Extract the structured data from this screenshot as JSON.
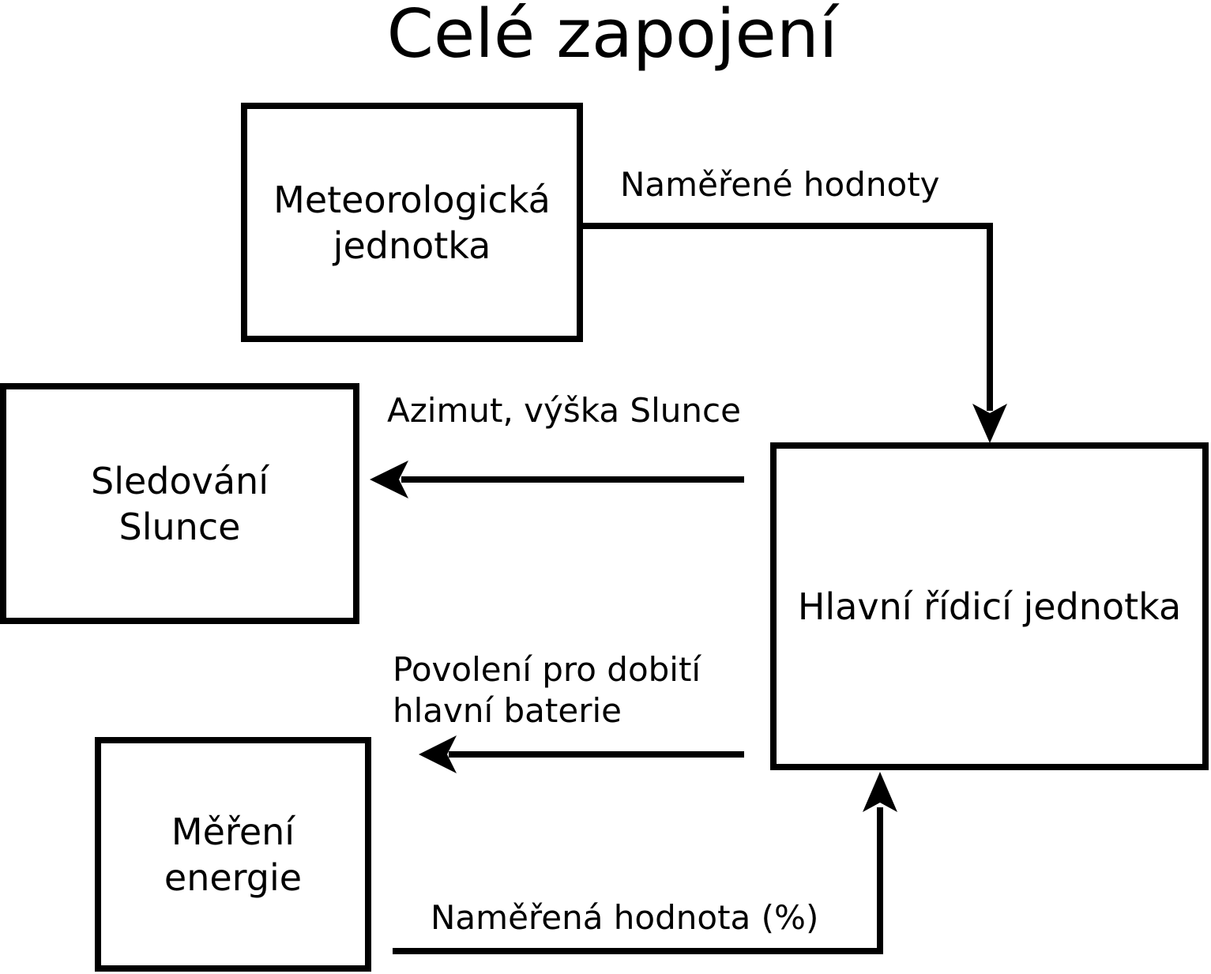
{
  "title": "Celé zapojení",
  "boxes": {
    "meteo": {
      "lines": [
        "Meteorologická",
        "jednotka"
      ]
    },
    "sledovani": {
      "lines": [
        "Sledování",
        "Slunce"
      ]
    },
    "mereni": {
      "lines": [
        "Měření",
        "energie"
      ]
    },
    "hlavni": {
      "lines": [
        "Hlavní řídicí jednotka"
      ]
    }
  },
  "arrows": {
    "namerene_hodnoty": {
      "label": "Naměřené hodnoty",
      "from": "Meteorologická jednotka",
      "to": "Hlavní řídicí jednotka"
    },
    "azimut": {
      "label": "Azimut, výška Slunce",
      "from": "Hlavní řídicí jednotka",
      "to": "Sledování Slunce"
    },
    "povoleni": {
      "lines": [
        "Povolení pro dobití",
        "hlavní baterie"
      ],
      "from": "Hlavní řídicí jednotka",
      "to": "Měření energie"
    },
    "namerena_hodnota": {
      "label": "Naměřená hodnota (%)",
      "from": "Měření energie",
      "to": "Hlavní řídicí jednotka"
    }
  },
  "colors": {
    "stroke": "#000000",
    "background": "#ffffff"
  }
}
